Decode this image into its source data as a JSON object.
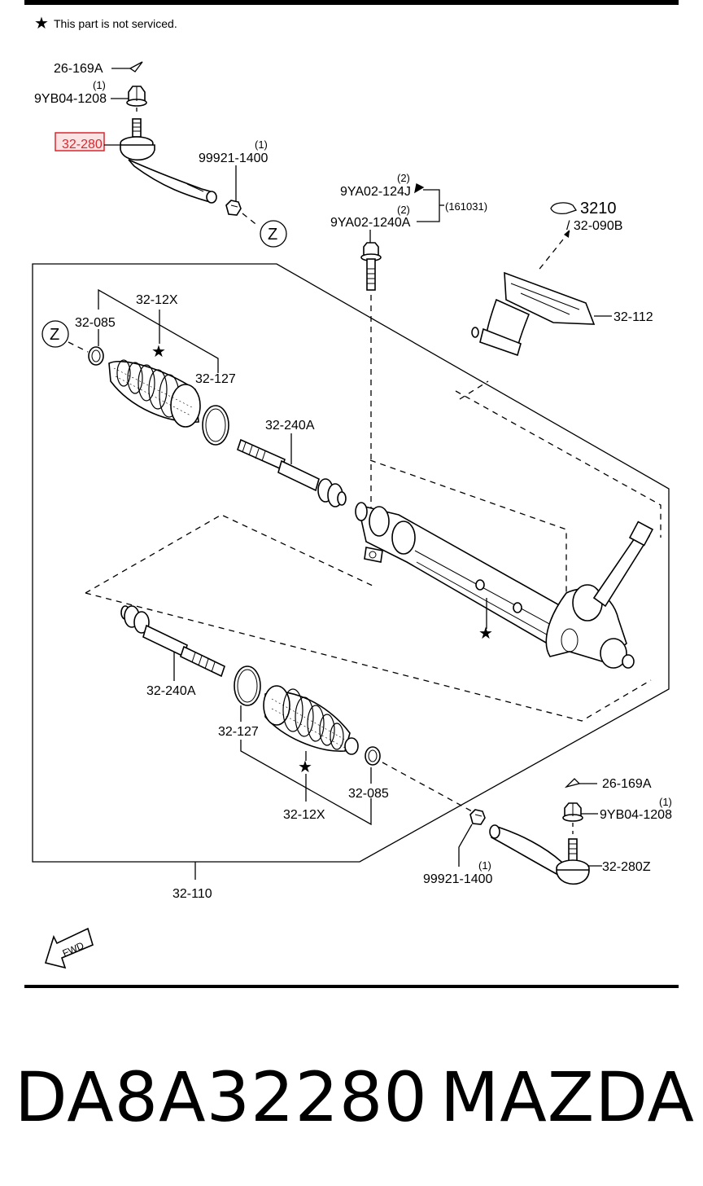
{
  "note": "This part is not serviced.",
  "highlighted_part": "32-280",
  "labels": {
    "l_26169a_top": "26-169A",
    "l_9yb04_top": "9YB04-1208",
    "l_9yb04_top_qty": "(1)",
    "l_99921_top": "99921-1400",
    "l_99921_top_qty": "(1)",
    "l_9ya02_j": "9YA02-124J",
    "l_9ya02_j_qty": "(2)",
    "l_9ya02_a": "9YA02-1240A",
    "l_9ya02_a_qty": "(2)",
    "l_161031": "(161031)",
    "l_3210": "3210",
    "l_32090b": "/ 32-090B",
    "l_32112": "32-112",
    "l_3212x_top": "32-12X",
    "l_32085_top": "32-085",
    "l_32127_top": "32-127",
    "l_32240a_top": "32-240A",
    "l_32240a_bottom": "32-240A",
    "l_32127_bottom": "32-127",
    "l_3212x_bottom": "32-12X",
    "l_32085_bottom": "32-085",
    "l_26169a_bottom": "26-169A",
    "l_9yb04_bottom": "9YB04-1208",
    "l_9yb04_bottom_qty": "(1)",
    "l_32280z": "32-280Z",
    "l_99921_bottom": "99921-1400",
    "l_99921_bottom_qty": "(1)",
    "l_32110": "32-110",
    "z_top": "Z",
    "z_left": "Z",
    "fwd": "FWD"
  },
  "caption": {
    "part_number": "DA8A32280",
    "brand": "MAZDA"
  },
  "colors": {
    "highlight_border": "#d9272e",
    "highlight_fill": "#fbe3e4",
    "highlight_text": "#d9272e"
  }
}
